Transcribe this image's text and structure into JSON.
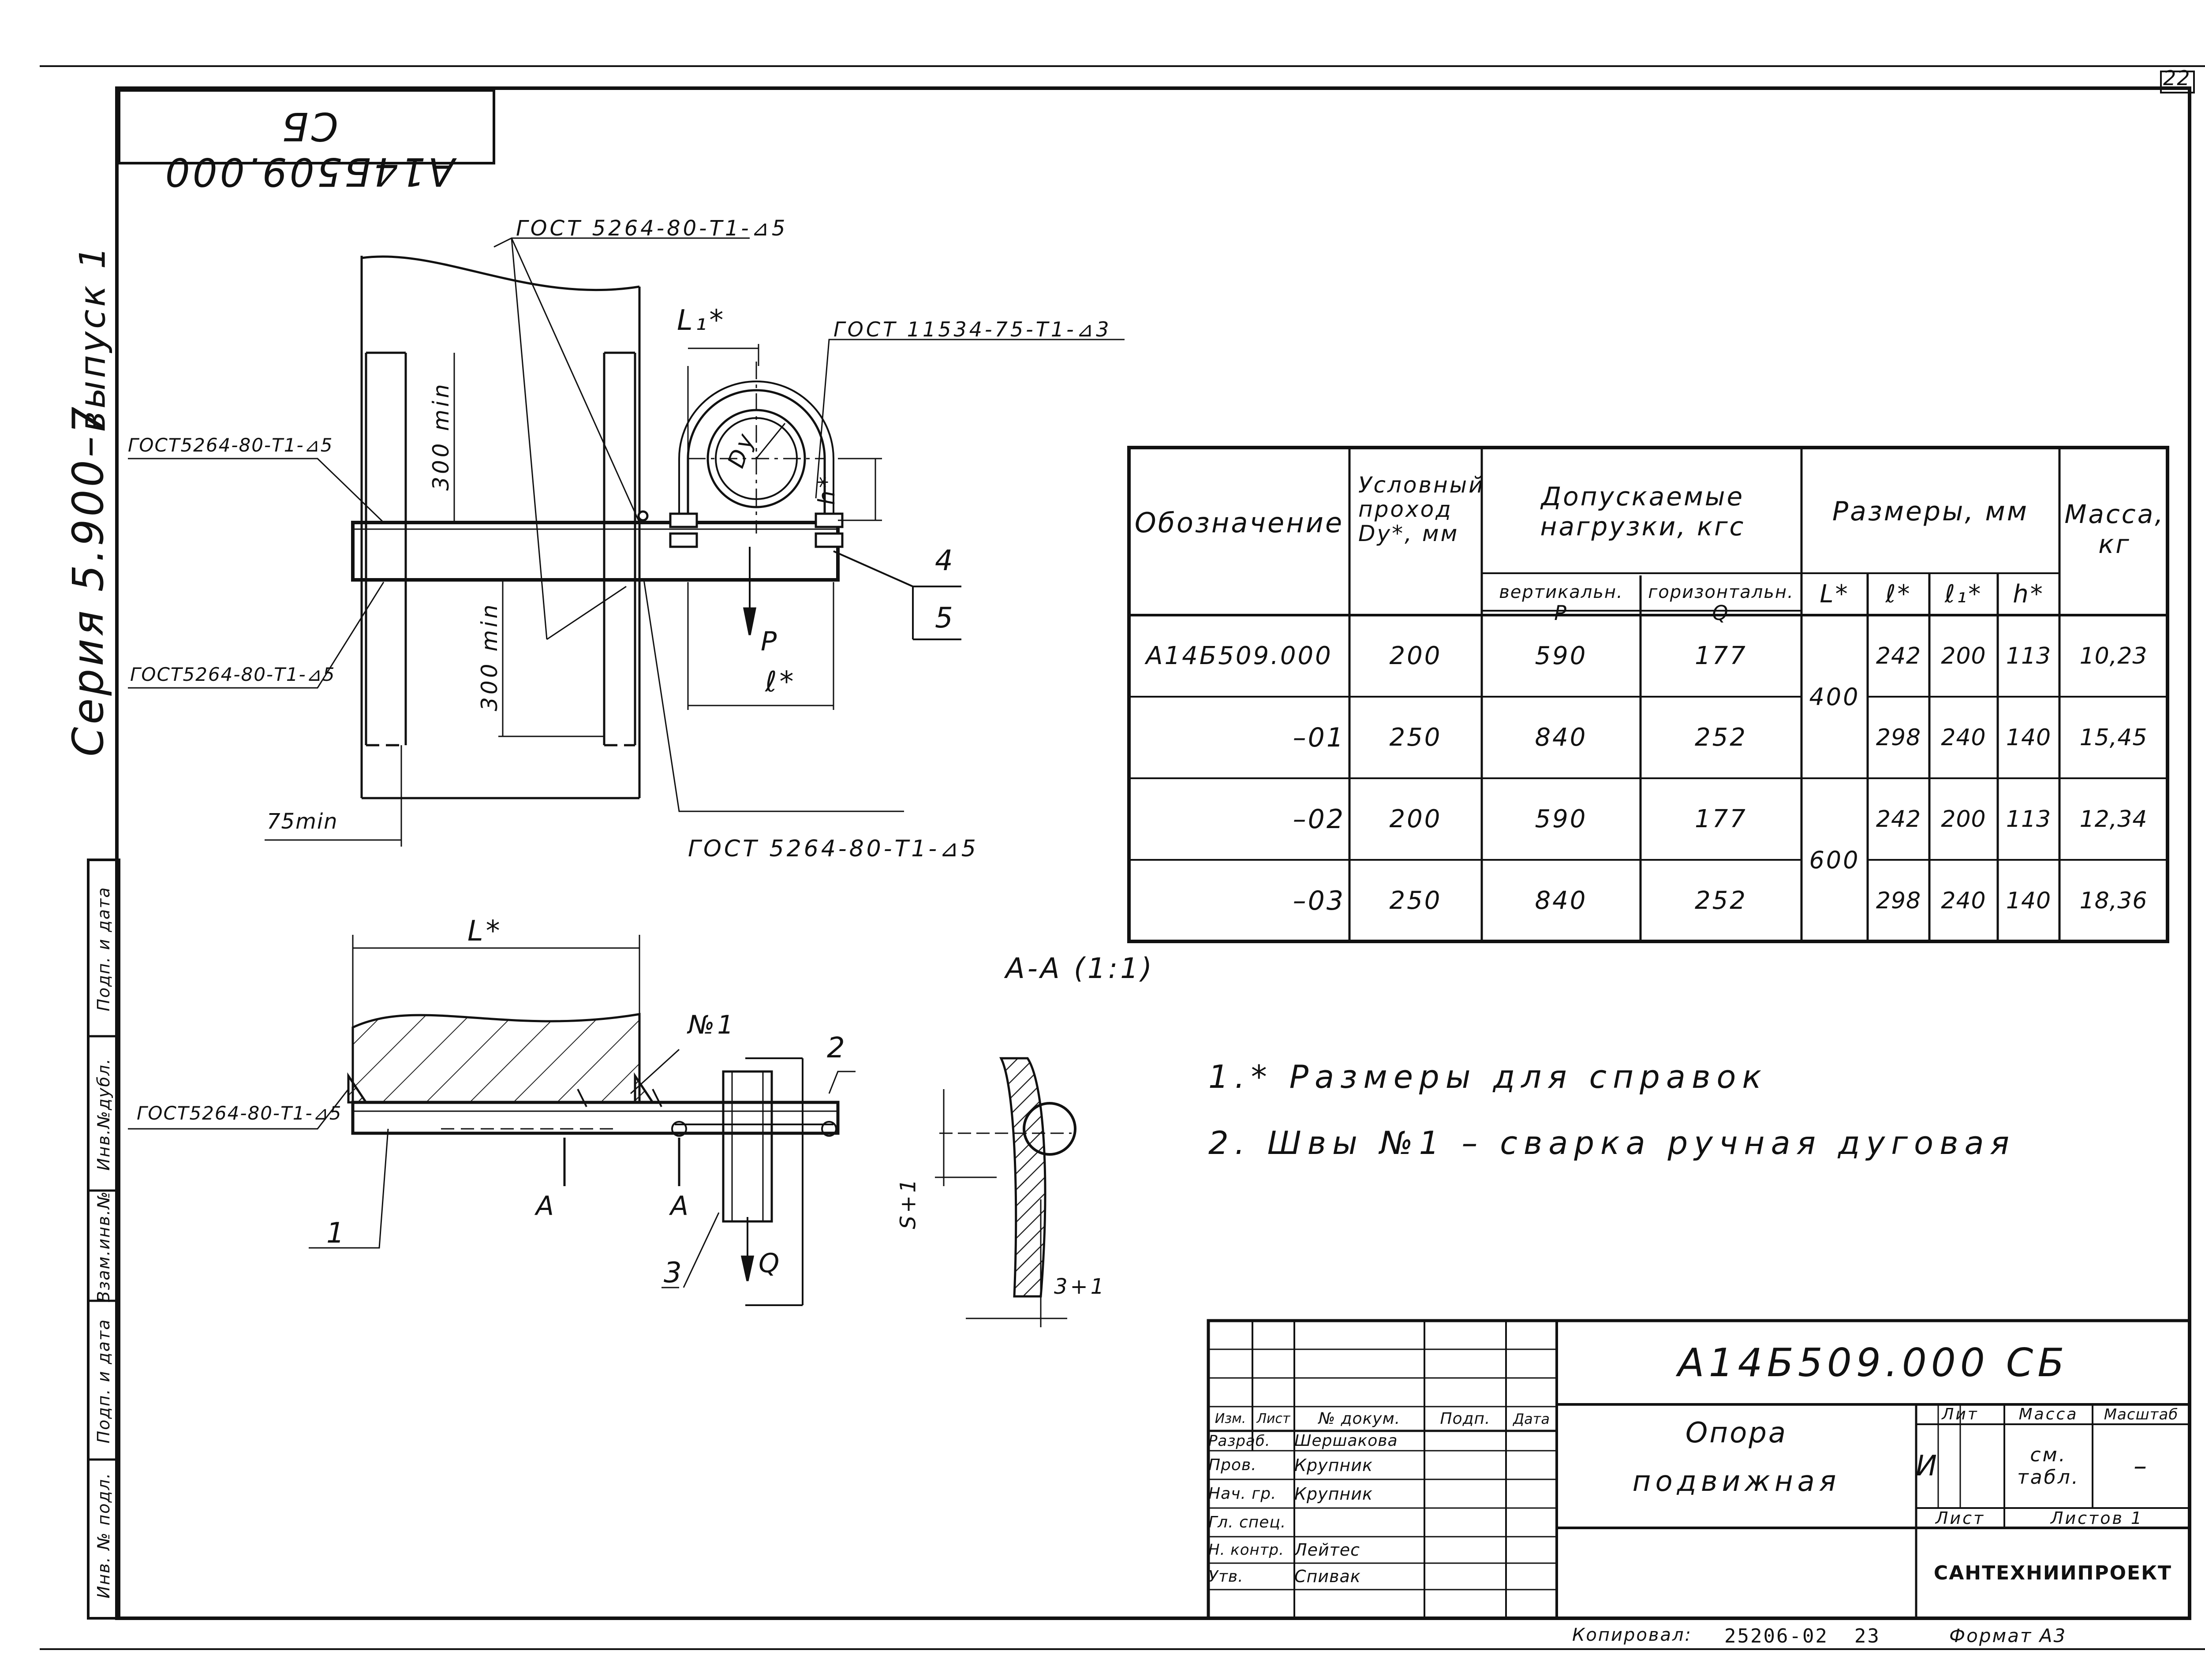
{
  "sheet": {
    "number": "22",
    "stamp_rotated": "А14Б509.000 СБ",
    "series": "Серия 5.900–7",
    "issue": "выпуск 1"
  },
  "margin_labels": [
    "Инв. № подл.",
    "Подп. и дата",
    "Взам.инв.№",
    "Инв.№дубл.",
    "Подп. и дата"
  ],
  "drawing": {
    "weld_top": "ГОСТ 5264-80-Т1-⊿5",
    "weld_clamp": "ГОСТ 11534-75-Т1-⊿3",
    "weld_left_top": "ГОСТ5264-80-Т1-⊿5",
    "weld_left_mid": "ГОСТ5264-80-Т1-⊿5",
    "weld_bottom": "ГОСТ 5264-80-Т1-⊿5",
    "weld_plan": "ГОСТ5264-80-Т1-⊿5",
    "dim_300_top": "300 min",
    "dim_300_bottom": "300 min",
    "dim_75": "75min",
    "dim_L1": "L₁*",
    "dim_l": "ℓ*",
    "dim_h": "h*",
    "dim_L_plan": "L*",
    "label_Dy": "Dy",
    "label_P": "P",
    "label_Q": "Q",
    "pos_4": "4",
    "pos_5": "5",
    "pos_1": "1",
    "pos_2": "2",
    "pos_3": "3",
    "weld_no1": "№1",
    "section_mark_a": "A",
    "section_title": "А-А (1:1)",
    "sec_dim_s": "S+1",
    "sec_dim_3": "3+1"
  },
  "table": {
    "h_designation": "Обозначение",
    "h_dn": "Условный проход Dy*, мм",
    "h_loads": "Допускаемые нагрузки, кгс",
    "h_vertical": "вертикальн.",
    "h_horizontal": "горизонтальн.",
    "h_P": "P",
    "h_Q": "Q",
    "h_dims": "Размеры, мм",
    "h_Lstar": "L*",
    "h_lstar": "ℓ*",
    "h_l1star": "ℓ₁*",
    "h_hstar": "h*",
    "h_mass": "Масса, кг",
    "rows": [
      {
        "designation": "А14Б509.000",
        "dn": "200",
        "p": "590",
        "q": "177",
        "l": "242",
        "l1": "200",
        "h": "113",
        "mass": "10,23"
      },
      {
        "designation": "–01",
        "dn": "250",
        "p": "840",
        "q": "252",
        "l": "298",
        "l1": "240",
        "h": "140",
        "mass": "15,45"
      },
      {
        "designation": "–02",
        "dn": "200",
        "p": "590",
        "q": "177",
        "l": "242",
        "l1": "200",
        "h": "113",
        "mass": "12,34"
      },
      {
        "designation": "–03",
        "dn": "250",
        "p": "840",
        "q": "252",
        "l": "298",
        "l1": "240",
        "h": "140",
        "mass": "18,36"
      }
    ],
    "L_groups": [
      "400",
      "600"
    ]
  },
  "notes": [
    "1.* Размеры для справок",
    "2. Швы №1 – сварка ручная дуговая"
  ],
  "title_block": {
    "doc_number": "А14Б509.000 СБ",
    "name_line1": "Опора",
    "name_line2": "подвижная",
    "col_headers": [
      "Изм.",
      "Лист",
      "№ докум.",
      "Подп.",
      "Дата"
    ],
    "roles": [
      {
        "role": "Разраб.",
        "person": "Шершакова"
      },
      {
        "role": "Пров.",
        "person": "Крупник"
      },
      {
        "role": "Нач. гр.",
        "person": "Крупник"
      },
      {
        "role": "Гл. спец.",
        "person": ""
      },
      {
        "role": "Н. контр.",
        "person": "Лейтес"
      },
      {
        "role": "Утв.",
        "person": "Спивак"
      }
    ],
    "lit_label": "Лит",
    "lit_value": "И",
    "mass_label": "Масса",
    "mass_value": "см. табл.",
    "scale_label": "Масштаб",
    "scale_value": "–",
    "sheet_label": "Лист",
    "sheets_label": "Листов 1",
    "org": "САНТЕХНИИПРОЕКТ"
  },
  "footer": {
    "copied_label": "Копировал:",
    "code": "25206-02  23",
    "format": "Формат А3"
  }
}
